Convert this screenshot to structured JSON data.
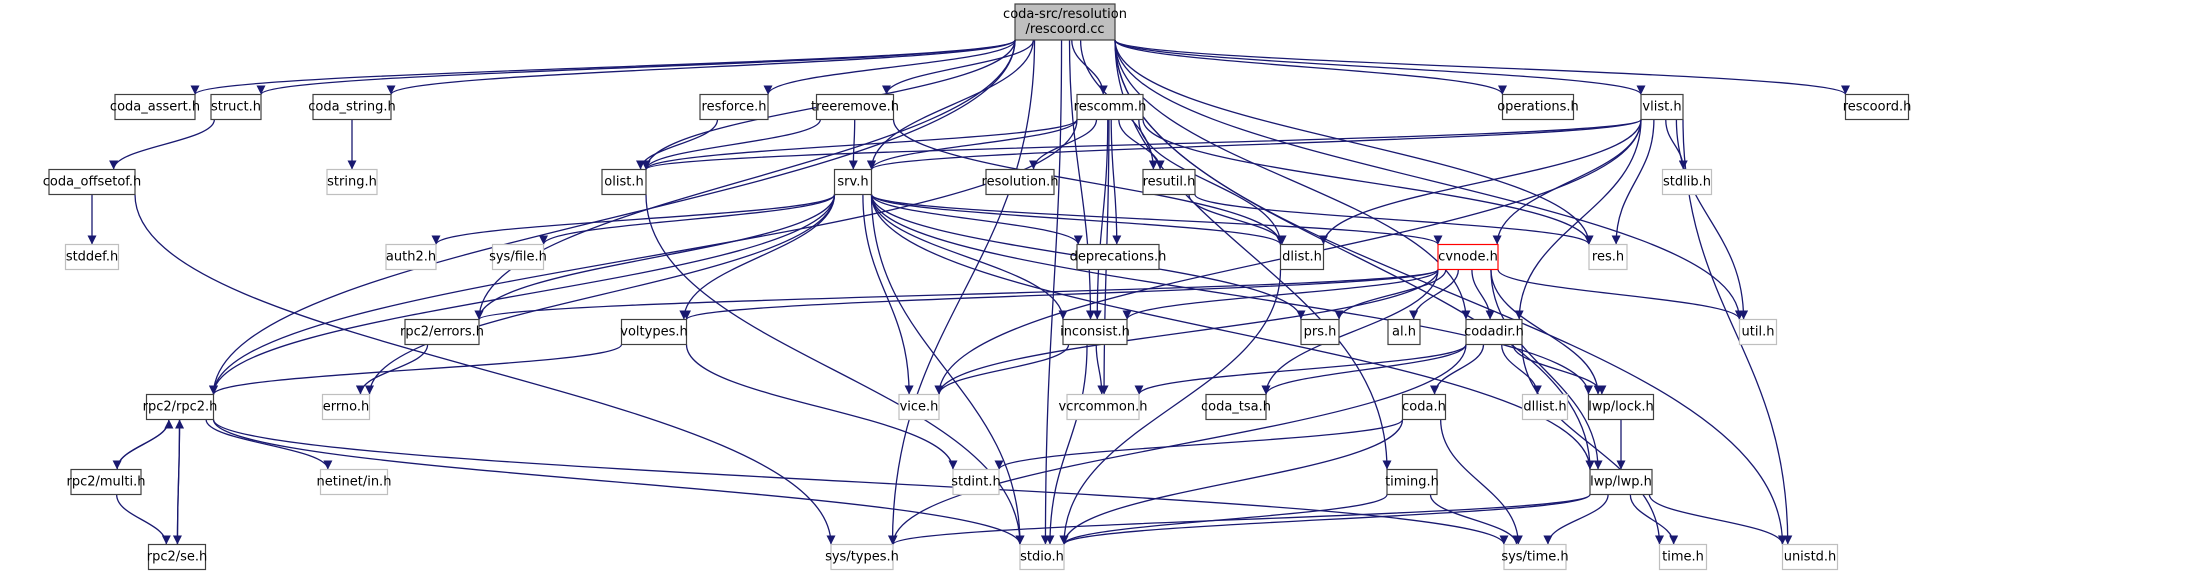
{
  "graph": {
    "title": "coda-src/resolution/rescoord.cc include dependency graph",
    "colors": {
      "edge": "#191970",
      "root_fill": "#bfbfbf",
      "documented_border": "#404040",
      "external_border": "#bfbfbf",
      "highlight_border": "#ff0000"
    },
    "nodes": [
      {
        "id": "rescoord_cc",
        "label": [
          "coda-src/resolution",
          "/rescoord.cc"
        ],
        "kind": "root"
      },
      {
        "id": "coda_assert_h",
        "label": [
          "coda_assert.h"
        ],
        "kind": "doc"
      },
      {
        "id": "struct_h",
        "label": [
          "struct.h"
        ],
        "kind": "doc"
      },
      {
        "id": "coda_string_h",
        "label": [
          "coda_string.h"
        ],
        "kind": "doc"
      },
      {
        "id": "resforce_h",
        "label": [
          "resforce.h"
        ],
        "kind": "doc"
      },
      {
        "id": "treeremove_h",
        "label": [
          "treeremove.h"
        ],
        "kind": "doc"
      },
      {
        "id": "rescomm_h",
        "label": [
          "rescomm.h"
        ],
        "kind": "doc"
      },
      {
        "id": "operations_h",
        "label": [
          "operations.h"
        ],
        "kind": "doc"
      },
      {
        "id": "vlist_h",
        "label": [
          "vlist.h"
        ],
        "kind": "doc"
      },
      {
        "id": "rescoord_h",
        "label": [
          "rescoord.h"
        ],
        "kind": "doc"
      },
      {
        "id": "coda_offsetof_h",
        "label": [
          "coda_offsetof.h"
        ],
        "kind": "doc"
      },
      {
        "id": "string_h",
        "label": [
          "string.h"
        ],
        "kind": "ext"
      },
      {
        "id": "olist_h",
        "label": [
          "olist.h"
        ],
        "kind": "doc"
      },
      {
        "id": "srv_h",
        "label": [
          "srv.h"
        ],
        "kind": "doc"
      },
      {
        "id": "resolution_h",
        "label": [
          "resolution.h"
        ],
        "kind": "doc"
      },
      {
        "id": "resutil_h",
        "label": [
          "resutil.h"
        ],
        "kind": "doc"
      },
      {
        "id": "stdlib_h",
        "label": [
          "stdlib.h"
        ],
        "kind": "ext"
      },
      {
        "id": "stddef_h",
        "label": [
          "stddef.h"
        ],
        "kind": "ext"
      },
      {
        "id": "auth2_h",
        "label": [
          "auth2.h"
        ],
        "kind": "ext"
      },
      {
        "id": "sys_file_h",
        "label": [
          "sys/file.h"
        ],
        "kind": "ext"
      },
      {
        "id": "deprecations_h",
        "label": [
          "deprecations.h"
        ],
        "kind": "doc"
      },
      {
        "id": "dlist_h",
        "label": [
          "dlist.h"
        ],
        "kind": "doc"
      },
      {
        "id": "cvnode_h",
        "label": [
          "cvnode.h"
        ],
        "kind": "highlight"
      },
      {
        "id": "res_h",
        "label": [
          "res.h"
        ],
        "kind": "ext"
      },
      {
        "id": "rpc2_errors_h",
        "label": [
          "rpc2/errors.h"
        ],
        "kind": "doc"
      },
      {
        "id": "voltypes_h",
        "label": [
          "voltypes.h"
        ],
        "kind": "doc"
      },
      {
        "id": "inconsist_h",
        "label": [
          "inconsist.h"
        ],
        "kind": "doc"
      },
      {
        "id": "prs_h",
        "label": [
          "prs.h"
        ],
        "kind": "doc"
      },
      {
        "id": "al_h",
        "label": [
          "al.h"
        ],
        "kind": "doc"
      },
      {
        "id": "codadir_h",
        "label": [
          "codadir.h"
        ],
        "kind": "doc"
      },
      {
        "id": "util_h",
        "label": [
          "util.h"
        ],
        "kind": "ext"
      },
      {
        "id": "rpc2_rpc2_h",
        "label": [
          "rpc2/rpc2.h"
        ],
        "kind": "doc"
      },
      {
        "id": "errno_h",
        "label": [
          "errno.h"
        ],
        "kind": "ext"
      },
      {
        "id": "vice_h",
        "label": [
          "vice.h"
        ],
        "kind": "ext"
      },
      {
        "id": "vcrcommon_h",
        "label": [
          "vcrcommon.h"
        ],
        "kind": "ext"
      },
      {
        "id": "coda_tsa_h",
        "label": [
          "coda_tsa.h"
        ],
        "kind": "doc"
      },
      {
        "id": "coda_h",
        "label": [
          "coda.h"
        ],
        "kind": "doc"
      },
      {
        "id": "dllist_h",
        "label": [
          "dllist.h"
        ],
        "kind": "ext"
      },
      {
        "id": "lwp_lock_h",
        "label": [
          "lwp/lock.h"
        ],
        "kind": "doc"
      },
      {
        "id": "rpc2_multi_h",
        "label": [
          "rpc2/multi.h"
        ],
        "kind": "doc"
      },
      {
        "id": "netinet_in_h",
        "label": [
          "netinet/in.h"
        ],
        "kind": "ext"
      },
      {
        "id": "stdint_h",
        "label": [
          "stdint.h"
        ],
        "kind": "ext"
      },
      {
        "id": "timing_h",
        "label": [
          "timing.h"
        ],
        "kind": "doc"
      },
      {
        "id": "lwp_lwp_h",
        "label": [
          "lwp/lwp.h"
        ],
        "kind": "doc"
      },
      {
        "id": "rpc2_se_h",
        "label": [
          "rpc2/se.h"
        ],
        "kind": "doc"
      },
      {
        "id": "sys_types_h",
        "label": [
          "sys/types.h"
        ],
        "kind": "ext"
      },
      {
        "id": "stdio_h",
        "label": [
          "stdio.h"
        ],
        "kind": "ext"
      },
      {
        "id": "sys_time_h",
        "label": [
          "sys/time.h"
        ],
        "kind": "ext"
      },
      {
        "id": "time_h",
        "label": [
          "time.h"
        ],
        "kind": "ext"
      },
      {
        "id": "unistd_h",
        "label": [
          "unistd.h"
        ],
        "kind": "ext"
      }
    ],
    "edges": [
      [
        "rescoord_cc",
        "coda_assert_h"
      ],
      [
        "rescoord_cc",
        "struct_h"
      ],
      [
        "rescoord_cc",
        "coda_string_h"
      ],
      [
        "rescoord_cc",
        "resforce_h"
      ],
      [
        "rescoord_cc",
        "treeremove_h"
      ],
      [
        "rescoord_cc",
        "rescomm_h"
      ],
      [
        "rescoord_cc",
        "operations_h"
      ],
      [
        "rescoord_cc",
        "vlist_h"
      ],
      [
        "rescoord_cc",
        "rescoord_h"
      ],
      [
        "rescoord_cc",
        "olist_h"
      ],
      [
        "rescoord_cc",
        "srv_h"
      ],
      [
        "rescoord_cc",
        "resutil_h"
      ],
      [
        "rescoord_cc",
        "rpc2_errors_h"
      ],
      [
        "rescoord_cc",
        "rpc2_rpc2_h"
      ],
      [
        "rescoord_cc",
        "inconsist_h"
      ],
      [
        "rescoord_cc",
        "res_h"
      ],
      [
        "rescoord_cc",
        "util_h"
      ],
      [
        "rescoord_cc",
        "codadir_h"
      ],
      [
        "rescoord_cc",
        "lwp_lwp_h"
      ],
      [
        "rescoord_cc",
        "timing_h"
      ],
      [
        "rescoord_cc",
        "sys_types_h"
      ],
      [
        "rescoord_cc",
        "unistd_h"
      ],
      [
        "rescoord_cc",
        "stdio_h"
      ],
      [
        "struct_h",
        "coda_offsetof_h"
      ],
      [
        "coda_offsetof_h",
        "stddef_h"
      ],
      [
        "coda_offsetof_h",
        "sys_types_h"
      ],
      [
        "coda_string_h",
        "string_h"
      ],
      [
        "resforce_h",
        "olist_h"
      ],
      [
        "treeremove_h",
        "olist_h"
      ],
      [
        "treeremove_h",
        "srv_h"
      ],
      [
        "treeremove_h",
        "dlist_h"
      ],
      [
        "rescomm_h",
        "olist_h"
      ],
      [
        "rescomm_h",
        "srv_h"
      ],
      [
        "rescomm_h",
        "resolution_h"
      ],
      [
        "rescomm_h",
        "resutil_h"
      ],
      [
        "rescomm_h",
        "deprecations_h"
      ],
      [
        "rescomm_h",
        "dlist_h"
      ],
      [
        "rescomm_h",
        "res_h"
      ],
      [
        "rescomm_h",
        "rpc2_rpc2_h"
      ],
      [
        "rescomm_h",
        "inconsist_h"
      ],
      [
        "rescomm_h",
        "vcrcommon_h"
      ],
      [
        "vlist_h",
        "olist_h"
      ],
      [
        "vlist_h",
        "srv_h"
      ],
      [
        "vlist_h",
        "stdlib_h"
      ],
      [
        "vlist_h",
        "dlist_h"
      ],
      [
        "vlist_h",
        "cvnode_h"
      ],
      [
        "vlist_h",
        "res_h"
      ],
      [
        "vlist_h",
        "util_h"
      ],
      [
        "vlist_h",
        "codadir_h"
      ],
      [
        "vlist_h",
        "vice_h"
      ],
      [
        "vlist_h",
        "unistd_h"
      ],
      [
        "olist_h",
        "stdio_h"
      ],
      [
        "srv_h",
        "rpc2_errors_h"
      ],
      [
        "srv_h",
        "rpc2_rpc2_h"
      ],
      [
        "srv_h",
        "auth2_h"
      ],
      [
        "srv_h",
        "sys_file_h"
      ],
      [
        "srv_h",
        "deprecations_h"
      ],
      [
        "srv_h",
        "dlist_h"
      ],
      [
        "srv_h",
        "cvnode_h"
      ],
      [
        "srv_h",
        "voltypes_h"
      ],
      [
        "srv_h",
        "inconsist_h"
      ],
      [
        "srv_h",
        "prs_h"
      ],
      [
        "srv_h",
        "vice_h"
      ],
      [
        "srv_h",
        "stdio_h"
      ],
      [
        "srv_h",
        "errno_h"
      ],
      [
        "srv_h",
        "lwp_lock_h"
      ],
      [
        "srv_h",
        "lwp_lwp_h"
      ],
      [
        "resutil_h",
        "dlist_h"
      ],
      [
        "resutil_h",
        "res_h"
      ],
      [
        "dlist_h",
        "stdio_h"
      ],
      [
        "cvnode_h",
        "rpc2_errors_h"
      ],
      [
        "cvnode_h",
        "voltypes_h"
      ],
      [
        "cvnode_h",
        "inconsist_h"
      ],
      [
        "cvnode_h",
        "prs_h"
      ],
      [
        "cvnode_h",
        "al_h"
      ],
      [
        "cvnode_h",
        "codadir_h"
      ],
      [
        "cvnode_h",
        "util_h"
      ],
      [
        "cvnode_h",
        "vice_h"
      ],
      [
        "cvnode_h",
        "coda_tsa_h"
      ],
      [
        "cvnode_h",
        "lwp_lock_h"
      ],
      [
        "cvnode_h",
        "lwp_lwp_h"
      ],
      [
        "rpc2_errors_h",
        "errno_h"
      ],
      [
        "voltypes_h",
        "rpc2_rpc2_h"
      ],
      [
        "voltypes_h",
        "stdint_h"
      ],
      [
        "inconsist_h",
        "vice_h"
      ],
      [
        "inconsist_h",
        "vcrcommon_h"
      ],
      [
        "inconsist_h",
        "stdio_h"
      ],
      [
        "codadir_h",
        "vcrcommon_h"
      ],
      [
        "codadir_h",
        "coda_tsa_h"
      ],
      [
        "codadir_h",
        "coda_h"
      ],
      [
        "codadir_h",
        "dllist_h"
      ],
      [
        "codadir_h",
        "lwp_lock_h"
      ],
      [
        "codadir_h",
        "time_h"
      ],
      [
        "codadir_h",
        "sys_types_h"
      ],
      [
        "coda_h",
        "stdint_h"
      ],
      [
        "coda_h",
        "sys_time_h"
      ],
      [
        "coda_h",
        "stdio_h"
      ],
      [
        "lwp_lock_h",
        "lwp_lwp_h"
      ],
      [
        "rpc2_rpc2_h",
        "rpc2_multi_h"
      ],
      [
        "rpc2_rpc2_h",
        "rpc2_se_h"
      ],
      [
        "rpc2_rpc2_h",
        "netinet_in_h"
      ],
      [
        "rpc2_rpc2_h",
        "sys_time_h"
      ],
      [
        "rpc2_rpc2_h",
        "stdio_h"
      ],
      [
        "rpc2_multi_h",
        "rpc2_rpc2_h"
      ],
      [
        "rpc2_multi_h",
        "rpc2_se_h"
      ],
      [
        "rpc2_se_h",
        "rpc2_rpc2_h"
      ],
      [
        "timing_h",
        "sys_time_h"
      ],
      [
        "timing_h",
        "stdio_h"
      ],
      [
        "lwp_lwp_h",
        "sys_types_h"
      ],
      [
        "lwp_lwp_h",
        "stdio_h"
      ],
      [
        "lwp_lwp_h",
        "sys_time_h"
      ],
      [
        "lwp_lwp_h",
        "time_h"
      ],
      [
        "lwp_lwp_h",
        "unistd_h"
      ]
    ]
  }
}
